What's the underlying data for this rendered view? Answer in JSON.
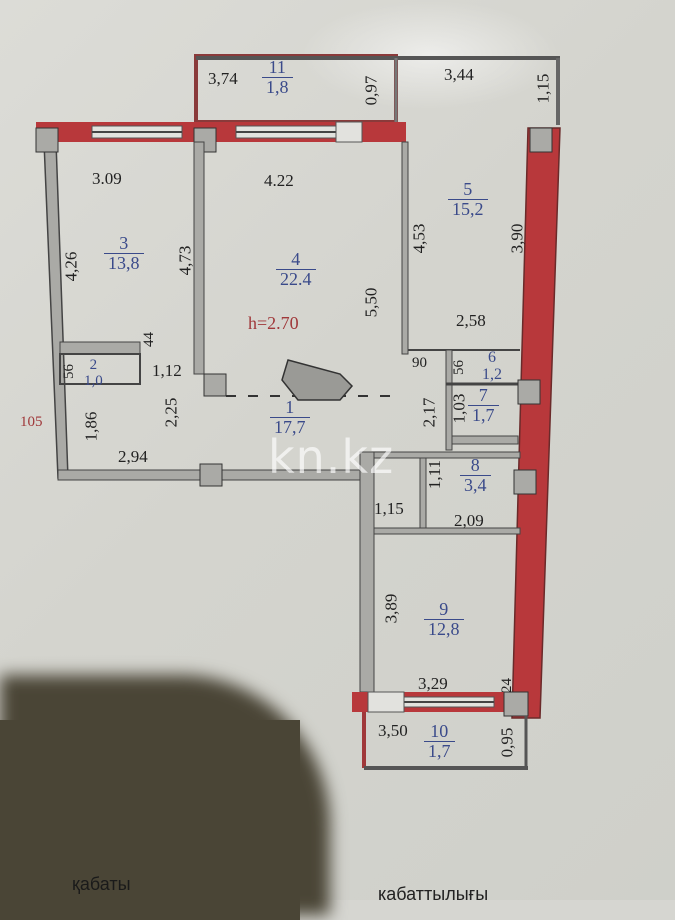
{
  "plan": {
    "ceiling_height": "h=2.70",
    "watermark": "kn.kz",
    "side_mark": "105",
    "colors": {
      "exterior_wall": "#b8383b",
      "interior_wall": "#a9a9a6",
      "room_label": "#3a4a8a",
      "height_label": "#a0383a"
    },
    "rooms": [
      {
        "number": "1",
        "area": "17,7"
      },
      {
        "number": "2",
        "area": "1,0"
      },
      {
        "number": "3",
        "area": "13,8"
      },
      {
        "number": "4",
        "area": "22.4"
      },
      {
        "number": "5",
        "area": "15,2"
      },
      {
        "number": "6",
        "area": "1,2"
      },
      {
        "number": "7",
        "area": "1,7"
      },
      {
        "number": "8",
        "area": "3,4"
      },
      {
        "number": "9",
        "area": "12,8"
      },
      {
        "number": "10",
        "area": "1,7"
      },
      {
        "number": "11",
        "area": "1,8"
      }
    ],
    "dimensions": {
      "d_3_74": "3,74",
      "d_0_97": "0,97",
      "d_3_44": "3,44",
      "d_1_15": "1,15",
      "d_3_09": "3.09",
      "d_4_22": "4.22",
      "d_4_26": "4,26",
      "d_4_73": "4,73",
      "d_5_50": "5,50",
      "d_4_53": "4,53",
      "d_3_90": "3,90",
      "d_2_58": "2,58",
      "d_44": "44",
      "d_56a": "56",
      "d_1_12": "1,12",
      "d_2_25": "2,25",
      "d_1_86": "1,86",
      "d_2_94": "2,94",
      "d_90": "90",
      "d_56b": "56",
      "d_2_17": "2,17",
      "d_1_03": "1,03",
      "d_1_11": "1,11",
      "d_1_15b": "1,15",
      "d_2_09": "2,09",
      "d_3_89": "3,89",
      "d_3_29": "3,29",
      "d_24": "24",
      "d_3_50": "3,50",
      "d_0_95": "0,95"
    }
  },
  "captions": {
    "left": "қабаты",
    "right": "кабаттылығы"
  }
}
